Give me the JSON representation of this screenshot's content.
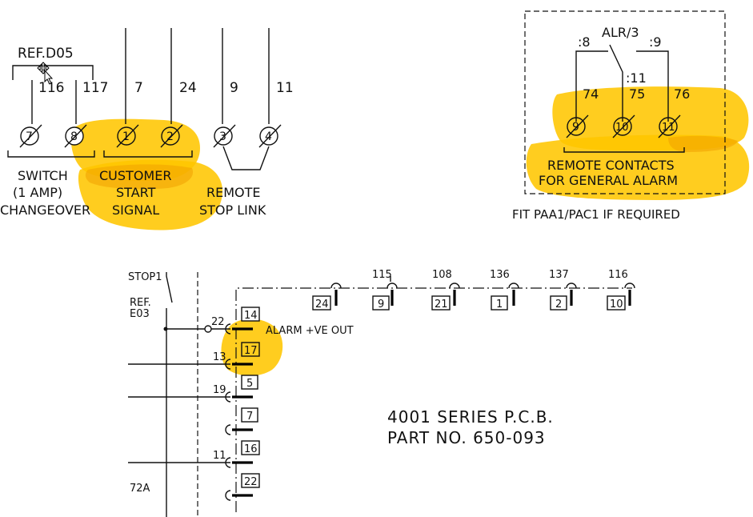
{
  "switch_block": {
    "ref_label": "REF.D05",
    "wire_numbers": [
      "116",
      "117",
      "7",
      "24",
      "9",
      "11"
    ],
    "terminals": [
      "7",
      "8",
      "1",
      "2",
      "3",
      "4"
    ],
    "caption_switch": [
      "SWITCH",
      "(1 AMP)",
      "CHANGEOVER"
    ],
    "caption_customer": [
      "CUSTOMER",
      "START",
      "SIGNAL"
    ],
    "caption_remote": [
      "REMOTE",
      "STOP LINK"
    ]
  },
  "alarm_block": {
    "relay_label": "ALR/3",
    "contact_labels": [
      ":8",
      ":9",
      ":11"
    ],
    "wire_numbers": [
      "74",
      "75",
      "76"
    ],
    "terminals": [
      "9",
      "10",
      "11"
    ],
    "caption": [
      "REMOTE CONTACTS",
      "FOR GENERAL ALARM"
    ],
    "fit_note": "FIT PAA1/PAC1 IF REQUIRED"
  },
  "pcb_block": {
    "stop_label": "STOP1",
    "ref_label": "REF.",
    "ref_value": "E03",
    "top_wires": [
      "115",
      "108",
      "136",
      "137",
      "116"
    ],
    "top_terminals": [
      "24",
      "9",
      "21",
      "1",
      "2",
      "10"
    ],
    "side_wires": [
      "22",
      "13",
      "19",
      "11"
    ],
    "side_terminals": [
      "14",
      "17",
      "5",
      "7",
      "16",
      "22"
    ],
    "alarm_out": "ALARM +VE OUT",
    "bottom_left": "72A",
    "title_line1": "4001 SERIES P.C.B.",
    "title_line2": "PART NO. 650-093"
  },
  "highlight_color": "#ffc600"
}
